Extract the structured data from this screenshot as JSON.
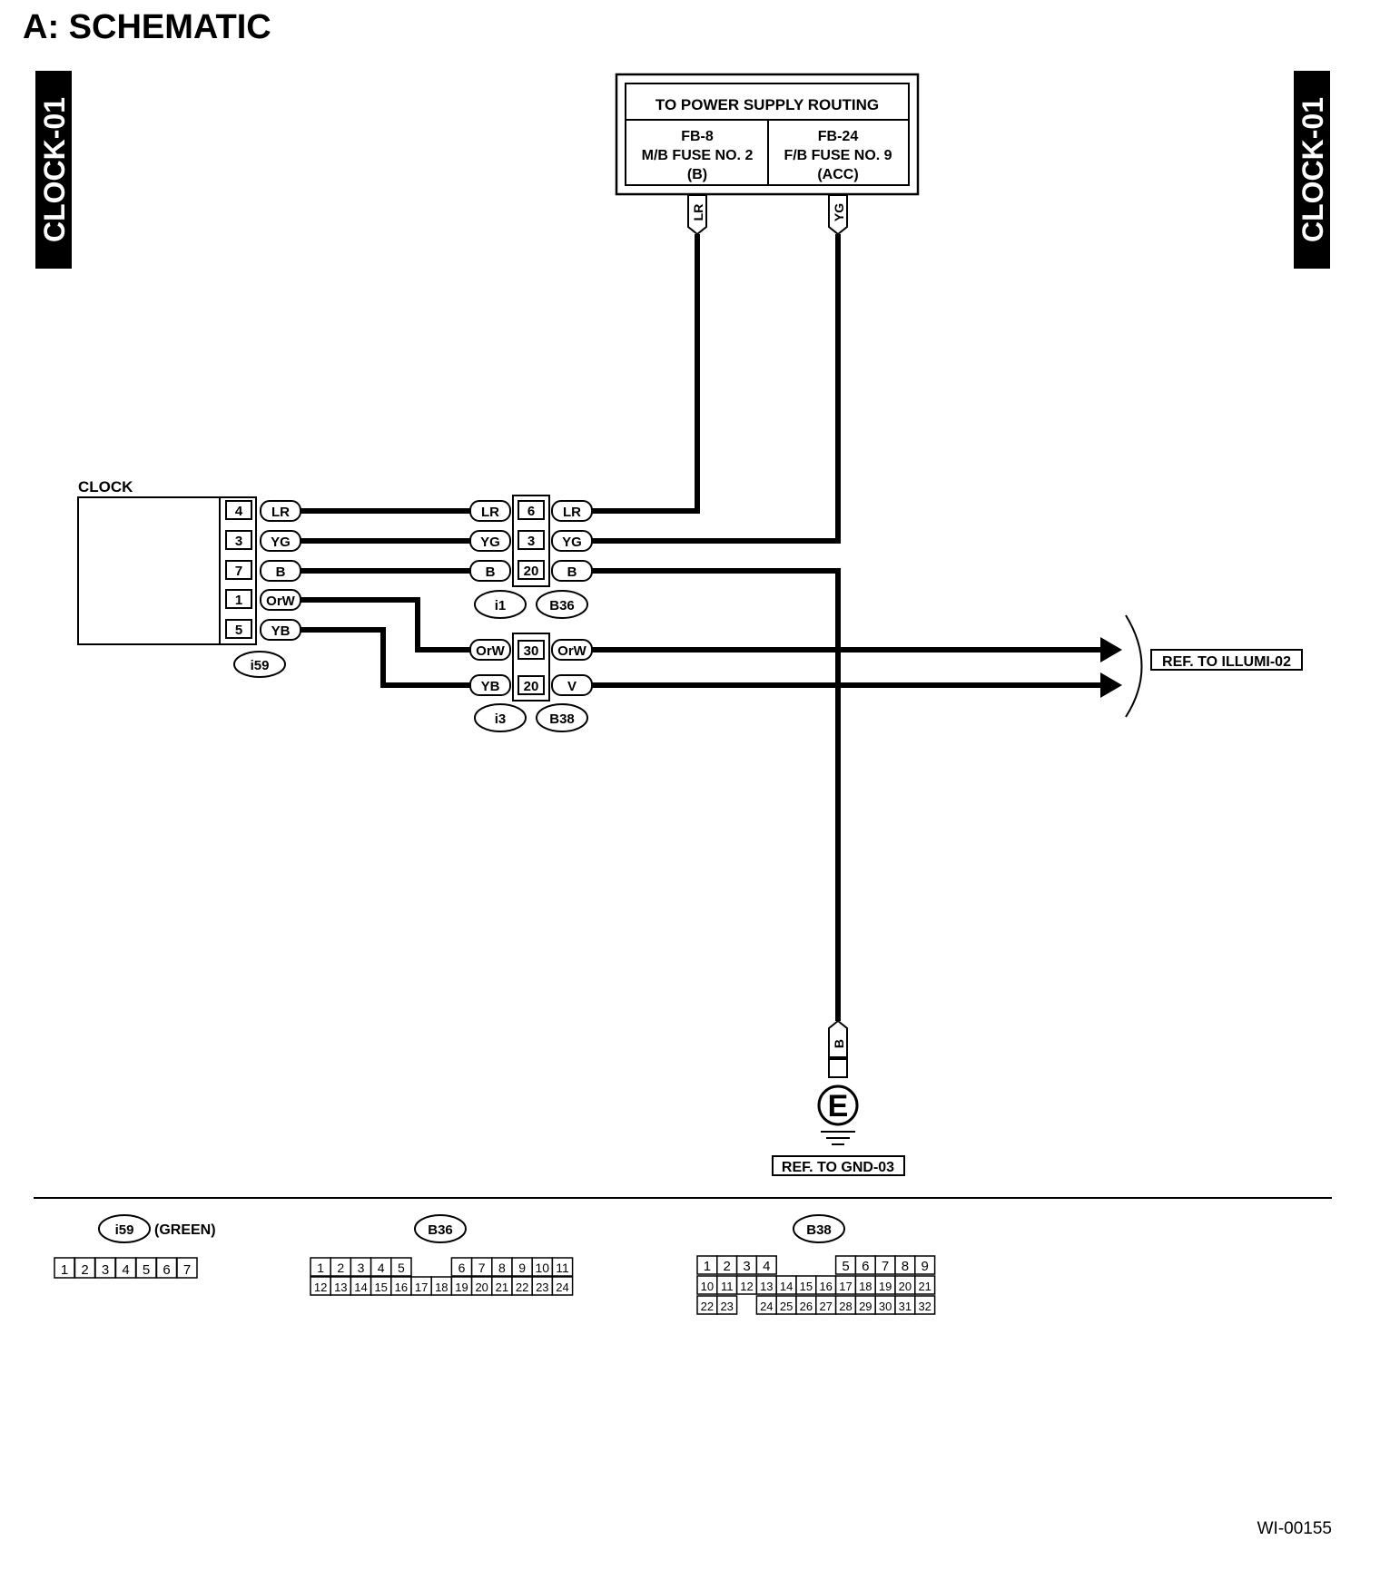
{
  "title": "A:  SCHEMATIC",
  "side_tag_left": "CLOCK-01",
  "side_tag_right": "CLOCK-01",
  "power_box": {
    "header": "TO POWER SUPPLY ROUTING",
    "left": [
      "FB-8",
      "M/B FUSE NO. 2",
      "(B)"
    ],
    "right": [
      "FB-24",
      "F/B FUSE NO. 9",
      "(ACC)"
    ],
    "wire_left": "LR",
    "wire_right": "YG"
  },
  "clock": {
    "label": "CLOCK",
    "connector": "i59",
    "pins": [
      {
        "pin": "4",
        "wire": "LR"
      },
      {
        "pin": "3",
        "wire": "YG"
      },
      {
        "pin": "7",
        "wire": "B"
      },
      {
        "pin": "1",
        "wire": "OrW"
      },
      {
        "pin": "5",
        "wire": "YB"
      }
    ]
  },
  "junction_a": {
    "connectors": [
      "i1",
      "B36"
    ],
    "rows": [
      {
        "left": "LR",
        "pin": "6",
        "right": "LR"
      },
      {
        "left": "YG",
        "pin": "3",
        "right": "YG"
      },
      {
        "left": "B",
        "pin": "20",
        "right": "B"
      }
    ]
  },
  "junction_b": {
    "connectors": [
      "i3",
      "B38"
    ],
    "rows": [
      {
        "left": "OrW",
        "pin": "30",
        "right": "OrW"
      },
      {
        "left": "YB",
        "pin": "20",
        "right": "V"
      }
    ]
  },
  "ref_illumi": "REF. TO ILLUMI-02",
  "ground": {
    "wire": "B",
    "symbol": "E",
    "ref": "REF. TO GND-03"
  },
  "connector_views": {
    "i59": {
      "name": "i59",
      "note": "(GREEN)",
      "pins": [
        "1",
        "2",
        "3",
        "4",
        "5",
        "6",
        "7"
      ]
    },
    "B36": {
      "name": "B36",
      "row1": [
        "1",
        "2",
        "3",
        "4",
        "5",
        "6",
        "7",
        "8",
        "9",
        "10",
        "11"
      ],
      "row2": [
        "12",
        "13",
        "14",
        "15",
        "16",
        "17",
        "18",
        "19",
        "20",
        "21",
        "22",
        "23",
        "24"
      ]
    },
    "B38": {
      "name": "B38",
      "row1": [
        "1",
        "2",
        "3",
        "4",
        "5",
        "6",
        "7",
        "8",
        "9"
      ],
      "row2": [
        "10",
        "11",
        "12",
        "13",
        "14",
        "15",
        "16",
        "17",
        "18",
        "19",
        "20",
        "21"
      ],
      "row3": [
        "22",
        "23",
        "24",
        "25",
        "26",
        "27",
        "28",
        "29",
        "30",
        "31",
        "32"
      ]
    }
  },
  "figure_id": "WI-00155"
}
